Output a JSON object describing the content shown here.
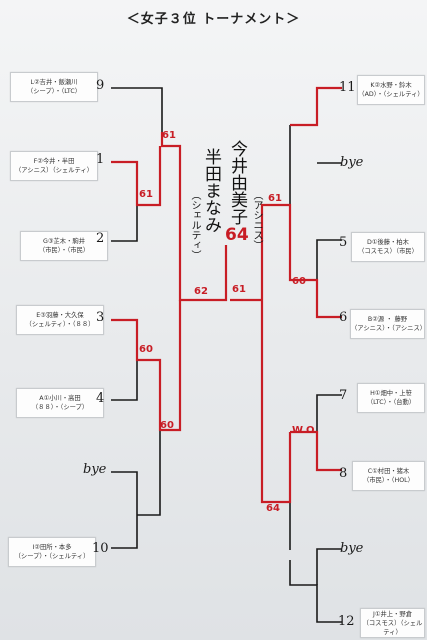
{
  "title": "＜女子３位 トーナメント＞",
  "left_teams": [
    {
      "line1": "L②吉井・飯瀬川",
      "line2": "（シープ）・（LTC）",
      "seed": "9"
    },
    {
      "line1": "F②今井・半田",
      "line2": "（アシニス）（シェルティ）",
      "seed": "1"
    },
    {
      "line1": "G③芷木・駒井",
      "line2": "（市民）・（市民）",
      "seed": "2"
    },
    {
      "line1": "E③羽藤・大久保",
      "line2": "（シェルティ）・（８８）",
      "seed": "3"
    },
    {
      "line1": "A①小川・高田",
      "line2": "（８８）・（シープ）",
      "seed": "4"
    },
    {
      "line1": "I②田所・本多",
      "line2": "（シープ）・（シェルティ）",
      "seed": "10"
    }
  ],
  "left_bye": "bye",
  "right_teams": [
    {
      "line1": "K②水野・鈴木",
      "line2": "（AD）・（シェルティ）",
      "seed": "11"
    },
    {
      "line1": "D①後藤・柏木",
      "line2": "（コスモス）（市民）",
      "seed": "5"
    },
    {
      "line1": "B②源 ・ 藤野",
      "line2": "（アシニス）・（アシニス）",
      "seed": "6"
    },
    {
      "line1": "H①畑中・上笹",
      "line2": "（LTC）・（台動）",
      "seed": "7"
    },
    {
      "line1": "C①村田・猪木",
      "line2": "（市民）・（HOL）",
      "seed": "8"
    },
    {
      "line1": "J①井上・野倉",
      "line2": "（コスモス）（シェルティ）",
      "seed": "12"
    }
  ],
  "right_byes": [
    "bye",
    "bye"
  ],
  "scores": {
    "left_r1_top": "61",
    "left_sf_top": "61",
    "left_r1_bottom": "60",
    "left_sf_bottom": "60",
    "final_left": "62",
    "final_right": "61",
    "right_sf_top": "61",
    "right_r1_top": "60",
    "right_r1_bottom": "W.O",
    "right_sf_bottom": "64",
    "final_big": "64"
  },
  "winner": {
    "name1": "今井由美子",
    "club1": "（アシニス）",
    "name2": "半田まなみ",
    "club2": "（シェルティ）"
  },
  "colors": {
    "winner_line": "#c81d25",
    "bracket_line": "#1a1a1a"
  }
}
